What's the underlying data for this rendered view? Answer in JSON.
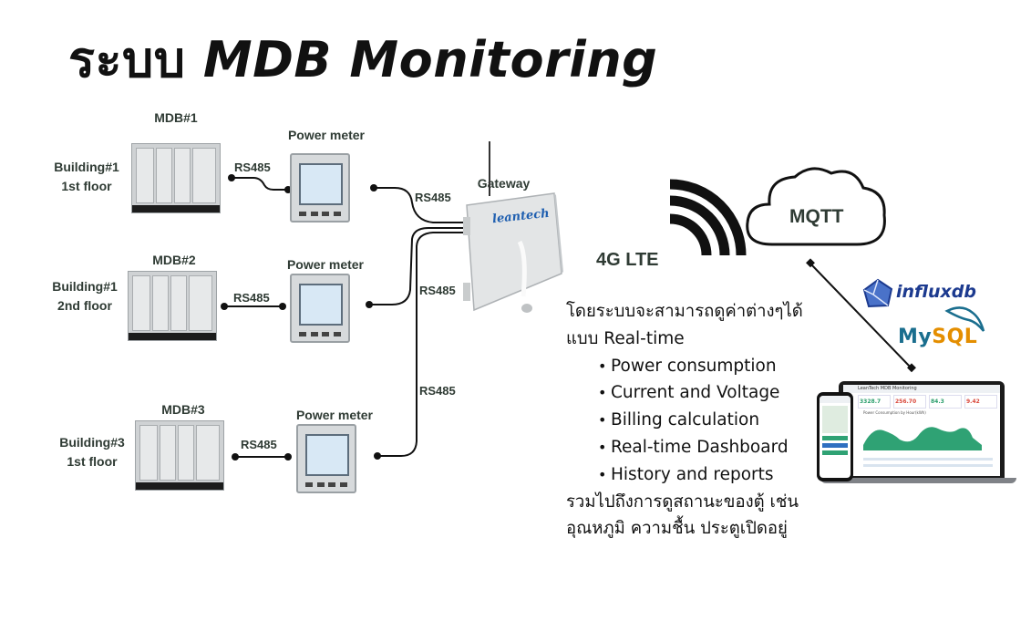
{
  "title": {
    "thai": "ระบบ",
    "english": "MDB Monitoring"
  },
  "mdbs": [
    {
      "name": "MDB#1",
      "building_line1": "Building#1",
      "building_line2": "1st floor"
    },
    {
      "name": "MDB#2",
      "building_line1": "Building#1",
      "building_line2": "2nd floor"
    },
    {
      "name": "MDB#3",
      "building_line1": "Building#3",
      "building_line2": "1st floor"
    }
  ],
  "meter_label": "Power meter",
  "link_label": "RS485",
  "gateway": {
    "label": "Gateway",
    "brand": "leantech"
  },
  "network": {
    "label": "4G LTE"
  },
  "cloud": {
    "label": "MQTT"
  },
  "databases": {
    "influx": "influxdb",
    "mysql_my": "My",
    "mysql_sql": "SQL"
  },
  "description": {
    "line1": "โดยระบบจะสามารถดูค่าต่างๆได้",
    "line2": "แบบ Real-time",
    "features": [
      "Power consumption",
      "Current and Voltage",
      "Billing calculation",
      "Real-time Dashboard",
      "History and reports"
    ],
    "line3": "รวมไปถึงการดูสถานะของตู้ เช่น",
    "line4": "อุณหภูมิ ความชื้น ประตูเปิดอยู่"
  },
  "dashboard": {
    "header": "LeanTech MDB Monitoring",
    "kpis": [
      "3328.7",
      "256.70",
      "84.3",
      "9.42"
    ],
    "chart_title": "Power Consumption by Hour(kWh)"
  },
  "colors": {
    "text": "#2f3b34",
    "title": "#111111",
    "influx": "#1c3a8f",
    "mysql_blue": "#1a6e8e",
    "mysql_orange": "#e48e00"
  }
}
